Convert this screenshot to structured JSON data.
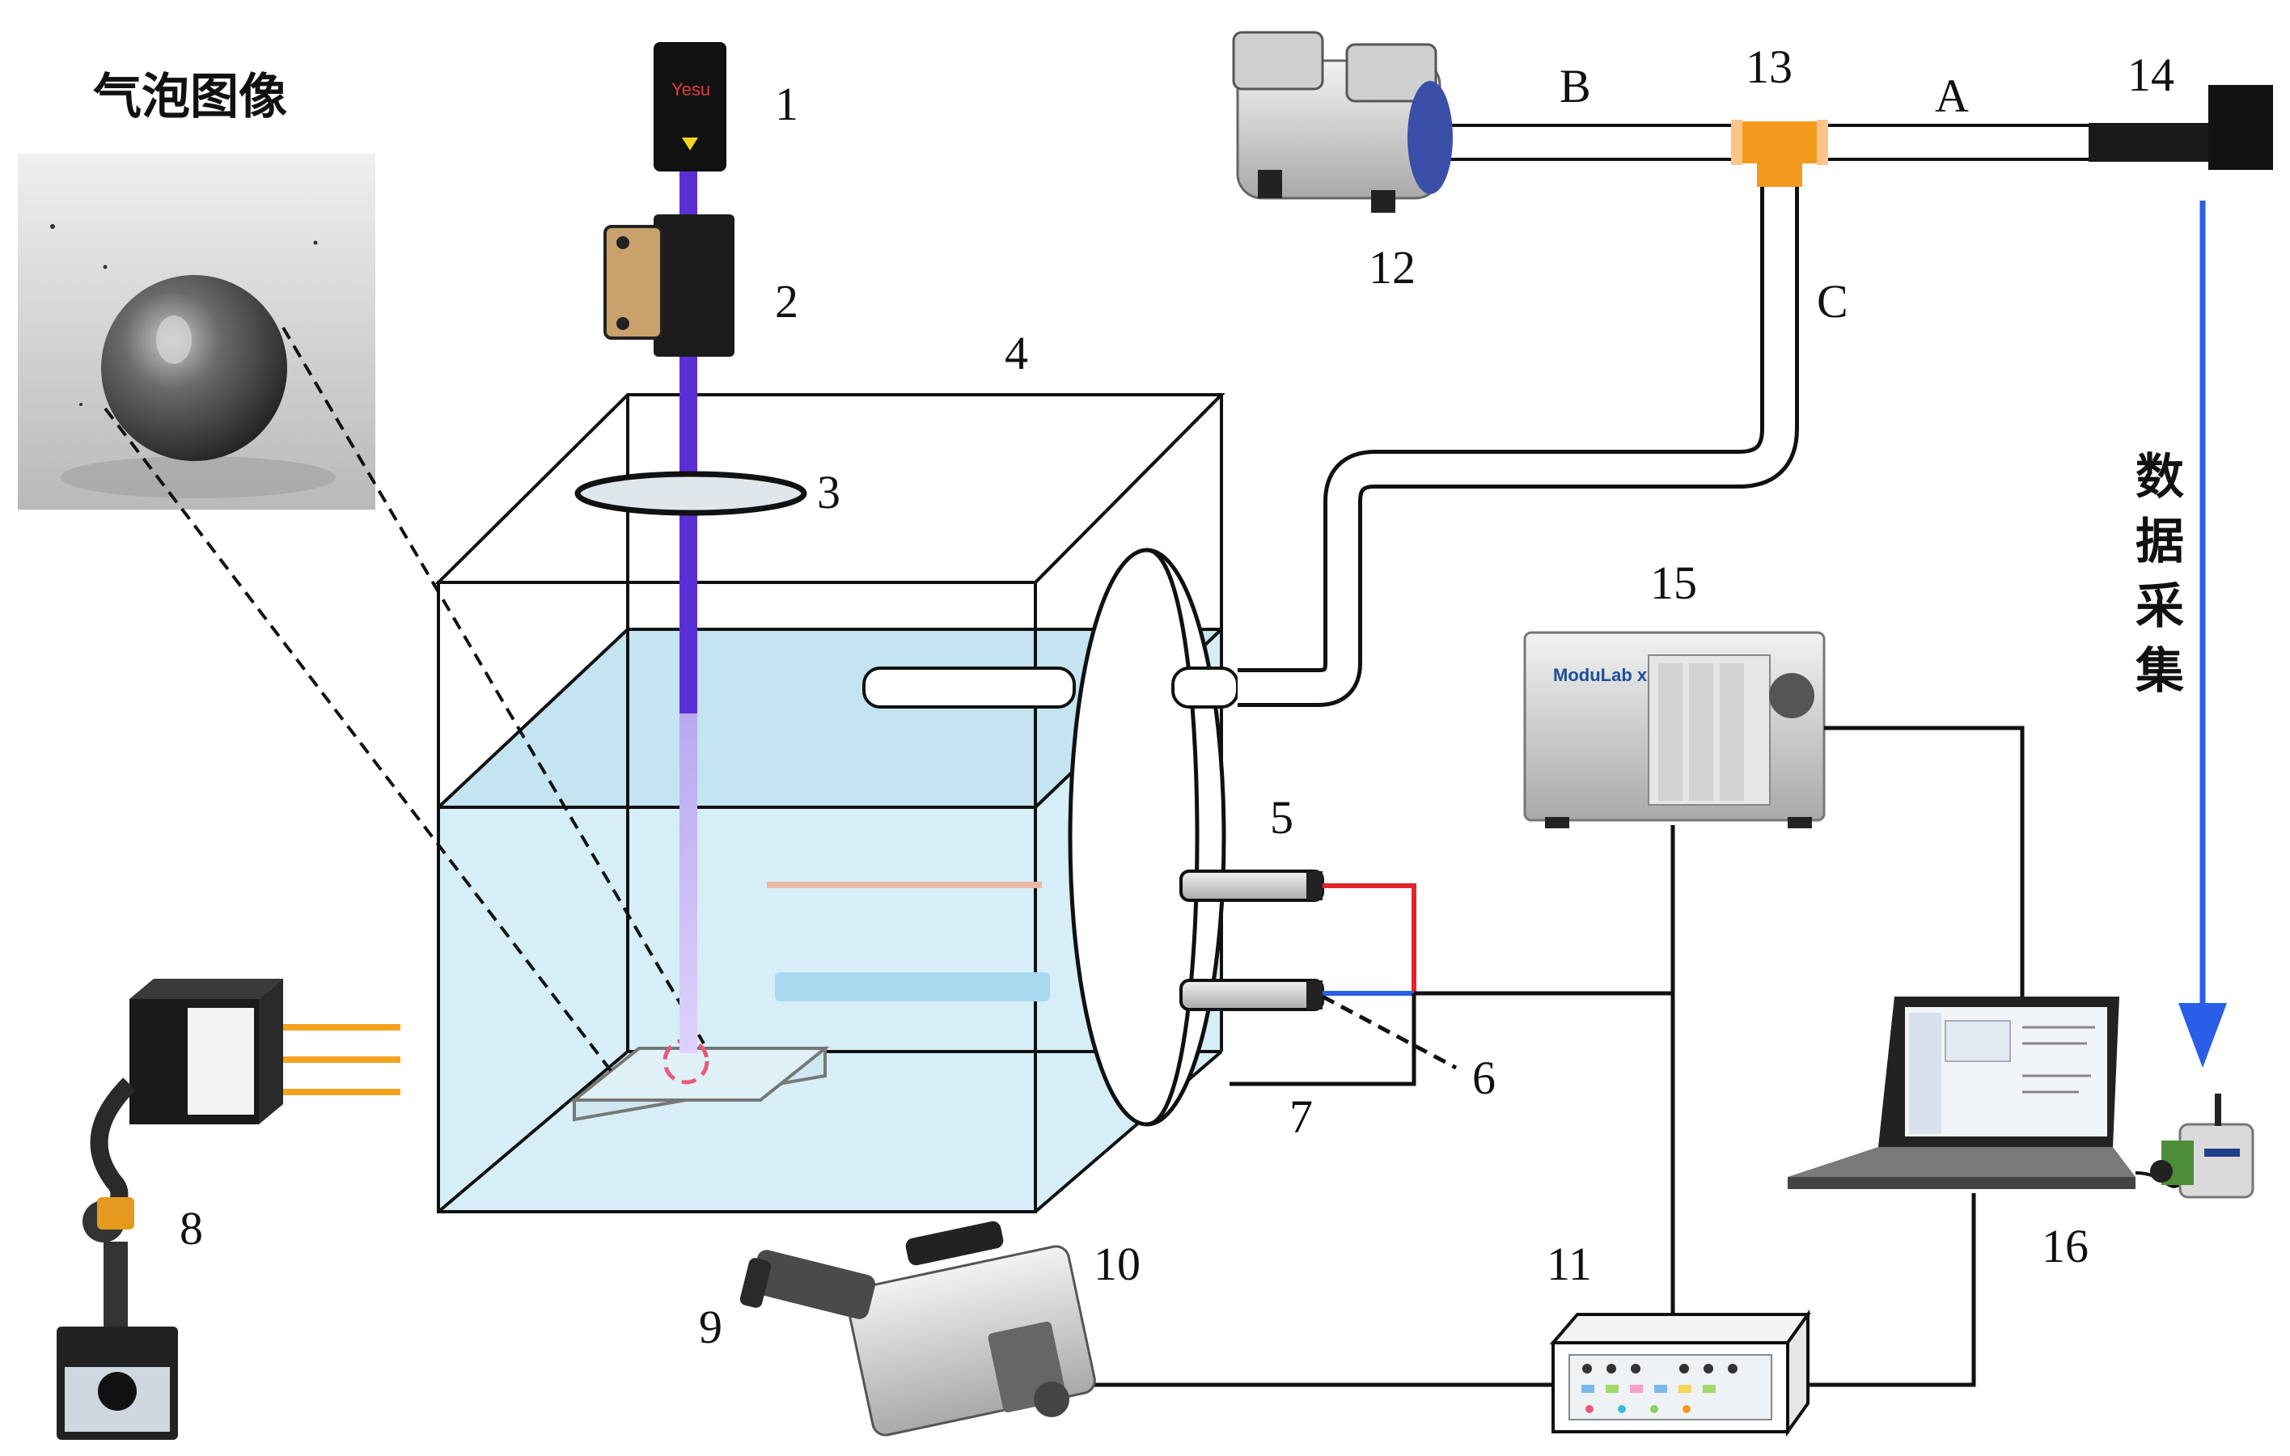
{
  "image_title": "气泡图像",
  "data_label": "数据采集",
  "brand": {
    "potentiostat": "ModuLab xm",
    "laser": "Yesu"
  },
  "numbers": {
    "n1": "1",
    "n2": "2",
    "n3": "3",
    "n4": "4",
    "n5": "5",
    "n6": "6",
    "n7": "7",
    "n8": "8",
    "n9": "9",
    "n10": "10",
    "n11": "11",
    "n12": "12",
    "n13": "13",
    "n14": "14",
    "n15": "15",
    "n16": "16"
  },
  "pipes": {
    "a": "A",
    "b": "B",
    "c": "C"
  },
  "colors": {
    "laser_beam": "#5b2fd6",
    "water": "#d6eef7",
    "arrow": "#2a5ee8",
    "tee": "#f39a1e",
    "light_rays": "#f4a21e",
    "wire_red": "#e0262a",
    "wire_blue": "#2a5ee8"
  }
}
